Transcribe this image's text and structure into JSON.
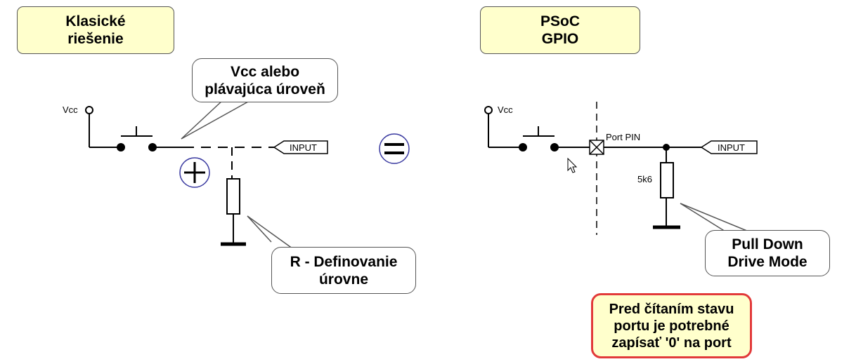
{
  "left": {
    "title_line1": "Klasické",
    "title_line2": "riešenie",
    "vcc_label": "Vcc",
    "input_label": "INPUT",
    "callout_vcc_line1": "Vcc alebo",
    "callout_vcc_line2": "plávajúca úroveň",
    "callout_r_line1": "R - Definovanie",
    "callout_r_line2": "úrovne"
  },
  "right": {
    "title_line1": "PSoC",
    "title_line2": "GPIO",
    "vcc_label": "Vcc",
    "input_label": "INPUT",
    "port_pin_label": "Port PIN",
    "resistor_label": "5k6",
    "callout_line1": "Pull Down",
    "callout_line2": "Drive Mode"
  },
  "warning": {
    "line1": "Pred čítaním stavu",
    "line2": "portu je potrebné",
    "line3": "zapísať '0' na port"
  },
  "colors": {
    "title_bg": "#ffffcc",
    "warning_border": "#e23a3a",
    "symbol_circle": "#3a3aa0"
  }
}
